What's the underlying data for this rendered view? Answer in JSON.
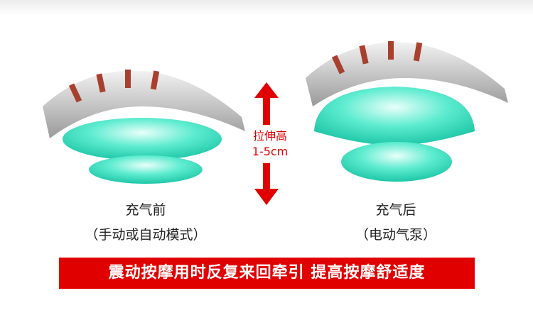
{
  "before": {
    "title": "充气前",
    "subtitle": "（手动或自动模式）"
  },
  "after": {
    "title": "充气后",
    "subtitle": "（电动气泵）"
  },
  "stretch": {
    "line1": "拉伸高",
    "line2": "1-5cm"
  },
  "banner": "震动按摩用时反复来回牵引 提高按摩舒适度",
  "colors": {
    "accent": "#e10000",
    "cushion": "#3ee0c0"
  }
}
